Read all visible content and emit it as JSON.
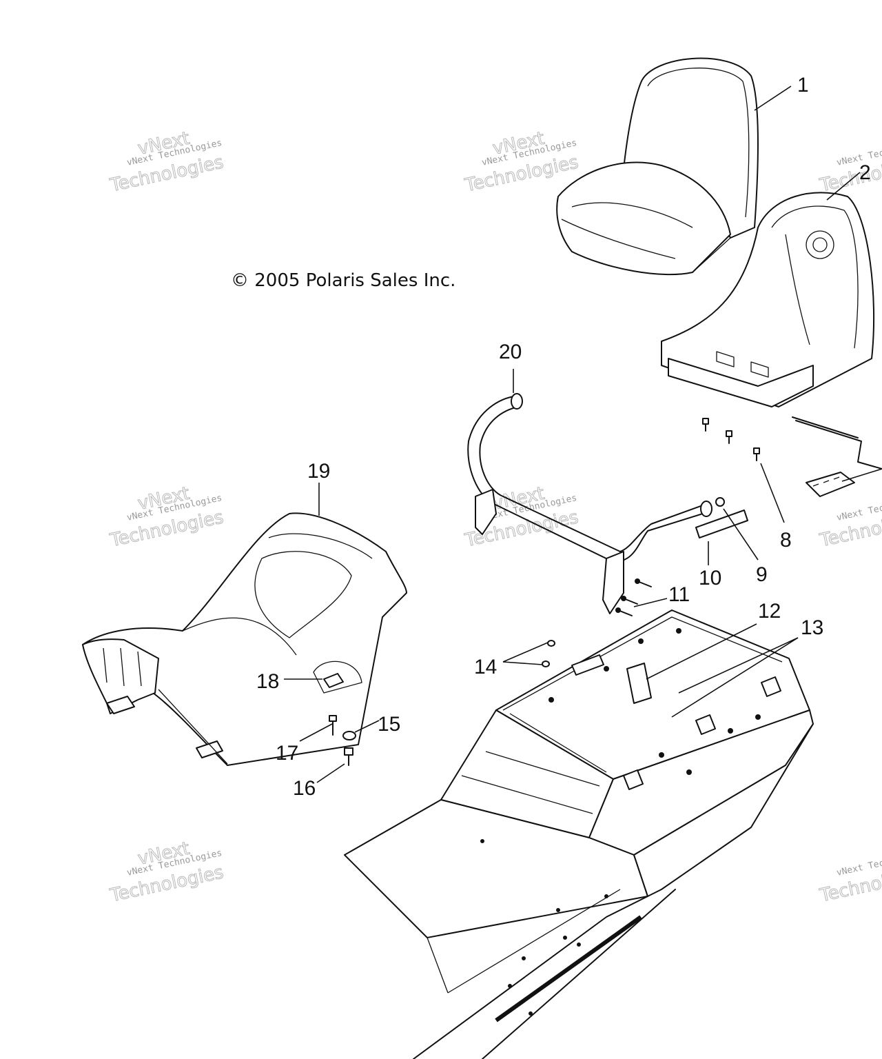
{
  "copyright": "© 2005 Polaris Sales Inc.",
  "watermark": {
    "line1": "vNext Technologies",
    "line2": "Technologies",
    "line3": "vNext"
  },
  "part_numbers": [
    "1",
    "2",
    "8",
    "9",
    "10",
    "11",
    "12",
    "13",
    "14",
    "15",
    "16",
    "17",
    "18",
    "19",
    "20"
  ]
}
